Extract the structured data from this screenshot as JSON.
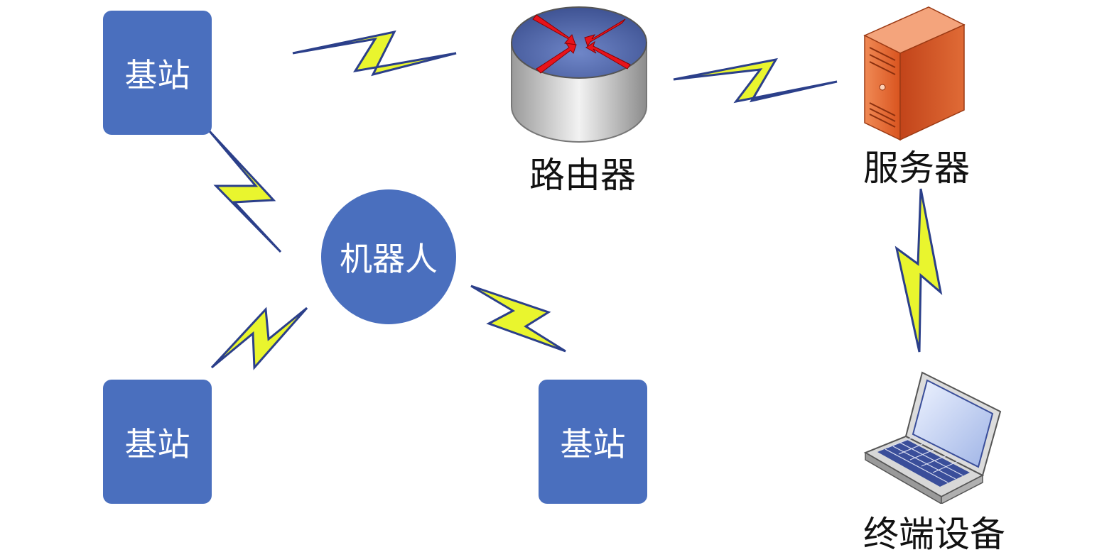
{
  "nodes": {
    "base_station_top": "基站",
    "base_station_bottom_left": "基站",
    "base_station_bottom_right": "基站",
    "robot": "机器人",
    "router": "路由器",
    "server": "服务器",
    "terminal": "终端设备"
  },
  "colors": {
    "node_fill": "#4a6fbe",
    "bolt_fill": "#e9f52e",
    "bolt_stroke": "#2b3f8a",
    "router_arrows": "#e8131b",
    "server_body": "#e2652c"
  },
  "icons": {
    "router": "router-icon",
    "server": "server-tower-icon",
    "terminal": "laptop-icon",
    "link": "lightning-bolt-icon"
  }
}
